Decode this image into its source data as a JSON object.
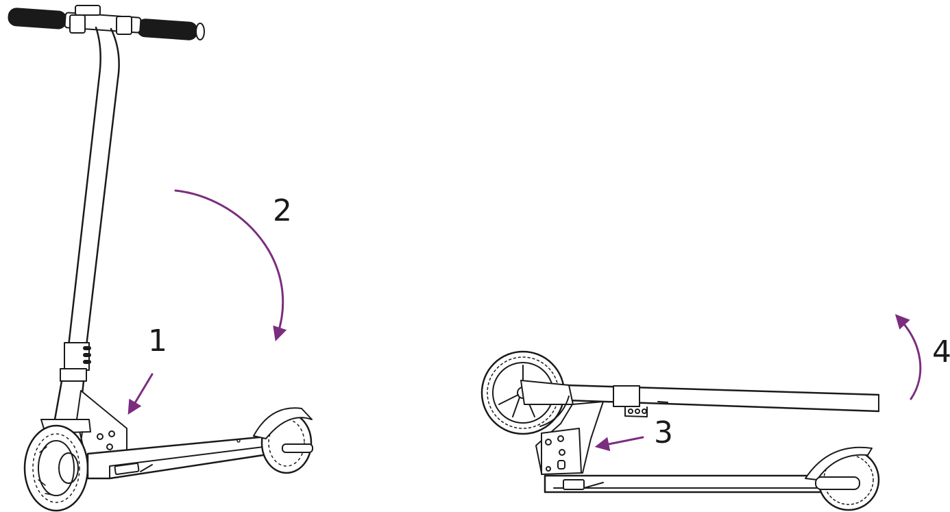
{
  "diagram": {
    "steps": [
      {
        "label": "1"
      },
      {
        "label": "2"
      },
      {
        "label": "3"
      },
      {
        "label": "4"
      }
    ],
    "colors": {
      "arrow": "#7b2d7f",
      "ink": "#1a1a1a",
      "background": "#ffffff"
    },
    "figures": [
      {
        "name": "unfolded-scooter"
      },
      {
        "name": "folded-scooter"
      }
    ]
  }
}
